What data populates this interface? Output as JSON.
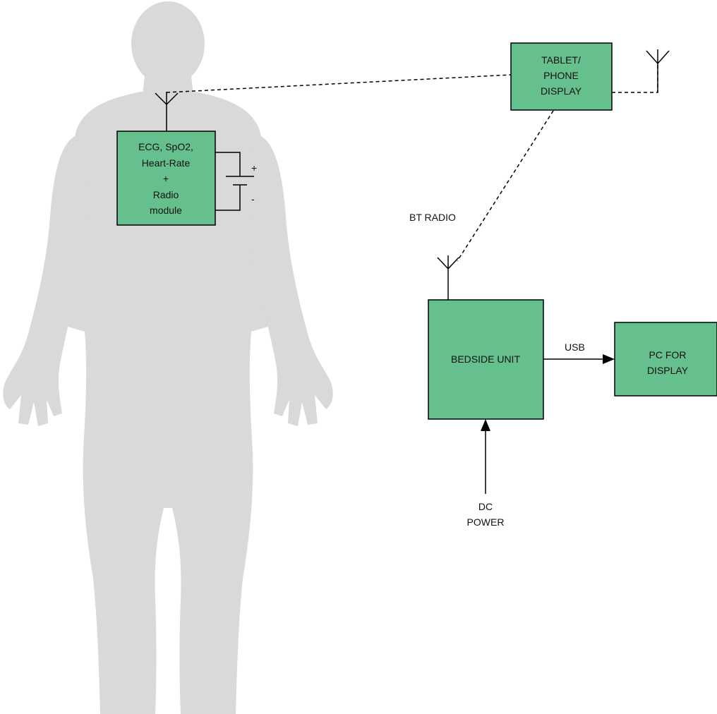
{
  "colors": {
    "box_fill": "#66c08e",
    "silhouette": "#d9d9d9",
    "line": "#000000"
  },
  "boxes": {
    "sensor_module": {
      "lines": [
        "ECG, SpO2,",
        "Heart-Rate",
        "+",
        "Radio",
        "module"
      ]
    },
    "tablet_display": {
      "lines": [
        "TABLET/",
        "PHONE",
        "DISPLAY"
      ]
    },
    "bedside_unit": {
      "lines": [
        "BEDSIDE UNIT"
      ]
    },
    "pc_display": {
      "lines": [
        "PC FOR",
        "DISPLAY"
      ]
    }
  },
  "labels": {
    "bt_radio": "BT RADIO",
    "usb": "USB",
    "dc_power_line1": "DC",
    "dc_power_line2": "POWER",
    "battery_plus": "+",
    "battery_minus": "-"
  },
  "icons": [
    "antenna-icon",
    "battery-icon",
    "human-silhouette-icon"
  ]
}
